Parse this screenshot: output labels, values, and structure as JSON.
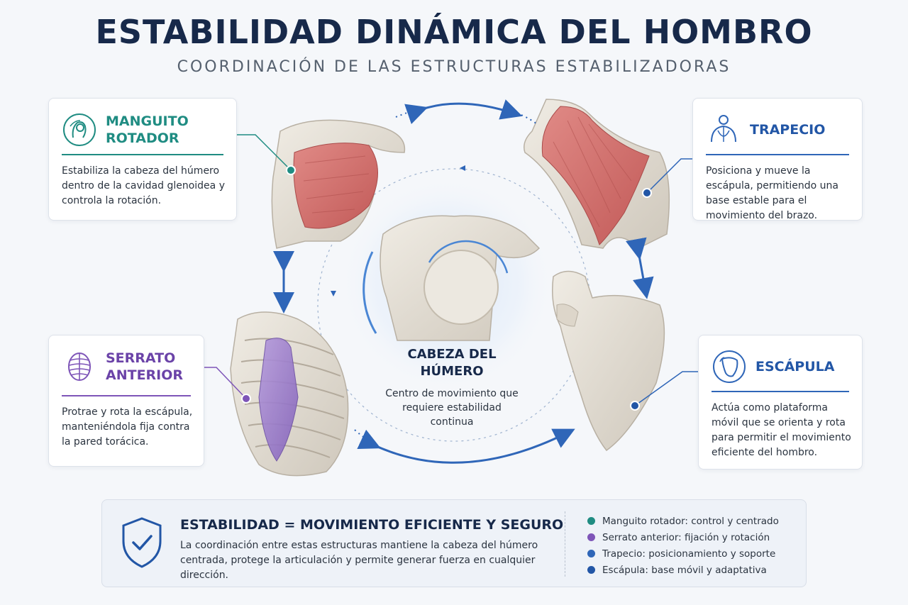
{
  "header": {
    "title": "ESTABILIDAD DINÁMICA DEL HOMBRO",
    "subtitle": "COORDINACIÓN DE LAS ESTRUCTURAS ESTABILIZADORAS"
  },
  "cards": {
    "manguito": {
      "name": "MANGUITO ROTADOR",
      "description": "Estabiliza la cabeza del húmero dentro de la cavidad glenoidea y controla la rotación.",
      "color": "#1f8c82",
      "icon": "rotator-cuff-icon"
    },
    "trapecio": {
      "name": "TRAPECIO",
      "description": "Posiciona y mueve la escápula, permitiendo una base estable para el movimiento del brazo.",
      "color": "#2f66b8",
      "icon": "torso-icon"
    },
    "serrato": {
      "name": "SERRATO ANTERIOR",
      "description": "Protrae y rota la escápula, manteniéndola fija contra la pared torácica.",
      "color": "#7e55b8",
      "icon": "ribcage-icon"
    },
    "escapula": {
      "name": "ESCÁPULA",
      "description": "Actúa como plataforma móvil que se orienta y rota para permitir el movimiento eficiente del hombro.",
      "color": "#2f66b8",
      "icon": "scapula-icon"
    }
  },
  "center": {
    "label": "CABEZA DEL HÚMERO",
    "description": "Centro de movimiento que requiere estabilidad continua"
  },
  "bottom": {
    "title": "ESTABILIDAD = MOVIMIENTO EFICIENTE Y SEGURO",
    "text": "La coordinación entre estas estructuras mantiene la cabeza del húmero centrada, protege la articulación y permite generar fuerza en cualquier dirección.",
    "icon": "shield-check-icon",
    "legend": [
      {
        "label": "Manguito rotador: control y centrado",
        "color": "#1f8c82"
      },
      {
        "label": "Serrato anterior: fijación y rotación",
        "color": "#7e55b8"
      },
      {
        "label": "Trapecio: posicionamiento y soporte",
        "color": "#2f66b8"
      },
      {
        "label": "Escápula: base móvil y adaptativa",
        "color": "#2256a6"
      }
    ]
  }
}
